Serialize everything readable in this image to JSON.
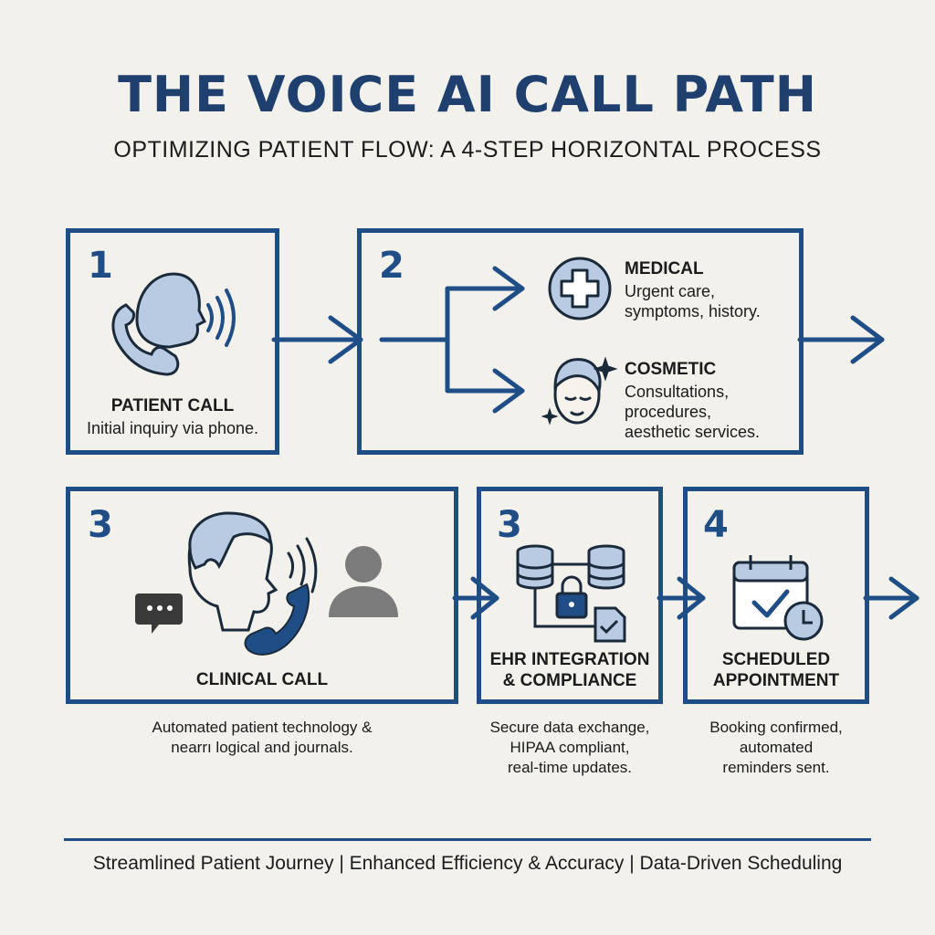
{
  "title": "THE VOICE AI CALL PATH",
  "subtitle": "OPTIMIZING PATIENT FLOW: A 4-STEP HORIZONTAL PROCESS",
  "steps": {
    "step1": {
      "number": "1",
      "label": "PATIENT CALL",
      "desc": "Initial inquiry via phone."
    },
    "step2": {
      "number": "2",
      "medical": {
        "label": "MEDICAL",
        "desc_line1": "Urgent care,",
        "desc_line2": "symptoms, history."
      },
      "cosmetic": {
        "label": "COSMETIC",
        "desc_line1": "Consultations,",
        "desc_line2": "procedures,",
        "desc_line3": "aesthetic services."
      }
    },
    "step3a": {
      "number": "3",
      "label": "CLINICAL CALL",
      "caption_line1": "Automated patient technology &",
      "caption_line2": "nearrı logical and journals."
    },
    "step3b": {
      "number": "3",
      "label_line1": "EHR INTEGRATION",
      "label_line2": "& COMPLIANCE",
      "caption_line1": "Secure data exchange,",
      "caption_line2": "HIPAA compliant,",
      "caption_line3": "real-time updates."
    },
    "step4": {
      "number": "4",
      "label_line1": "SCHEDULED",
      "label_line2": "APPOINTMENT",
      "caption_line1": "Booking confirmed,",
      "caption_line2": "automated",
      "caption_line3": "reminders sent."
    }
  },
  "footer": "Streamlined Patient Journey | Enhanced Efficiency & Accuracy | Data-Driven Scheduling",
  "colors": {
    "primary": "#1f4e86",
    "title": "#1f3f6e",
    "icon_fill": "#b9cbe3",
    "background": "#f2f1ec",
    "gray": "#7b7b7b"
  },
  "icons": [
    "phone-speaking-icon",
    "medical-cross-icon",
    "face-sparkle-icon",
    "person-call-icon",
    "chat-bubble-icon",
    "user-silhouette-icon",
    "database-lock-icon",
    "calendar-check-icon"
  ]
}
